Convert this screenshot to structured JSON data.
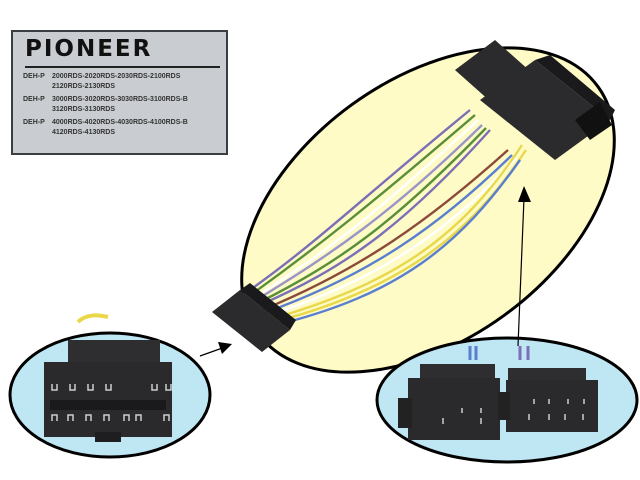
{
  "label": {
    "brand": "PIONEER",
    "models": [
      {
        "prefix": "DEH-P",
        "line1": "2000RDS-2020RDS-2030RDS-2100RDS",
        "line2": "2120RDS-2130RDS"
      },
      {
        "prefix": "DEH-P",
        "line1": "3000RDS-3020RDS-3030RDS-3100RDS-B",
        "line2": "3120RDS-3130RDS"
      },
      {
        "prefix": "DEH-P",
        "line1": "4000RDS-4020RDS-4030RDS-4100RDS-B",
        "line2": "4120RDS-4130RDS"
      }
    ]
  },
  "scene": {
    "main_ellipse_fill": "#fefbc6",
    "detail_ellipse_fill": "#bfe6f3",
    "outline": "#000000",
    "wire_colors": [
      "#e8d84a",
      "#7b6fb5",
      "#5a8f3a",
      "#8b4a3a",
      "#ffffff",
      "#5a7fd0"
    ],
    "connector_color": "#2b2b2d"
  }
}
